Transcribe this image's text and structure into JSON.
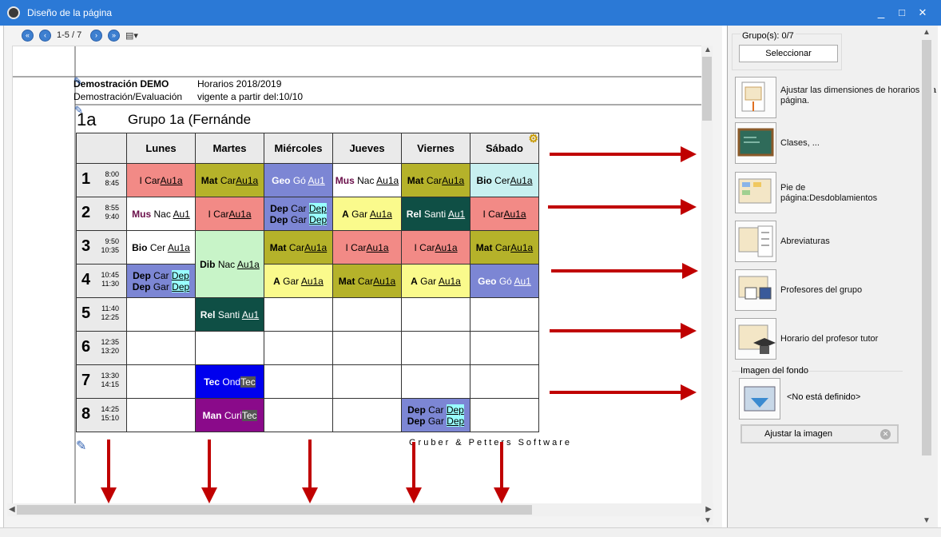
{
  "window": {
    "title": "Diseño de la página",
    "minimize": "_",
    "maximize": "□",
    "close": "✕"
  },
  "nav": {
    "page_range": "1-5 / 7"
  },
  "header": {
    "school": "Demostración  DEMO",
    "subtitle": "Demostración/Evaluación",
    "schedule": "Horarios 2018/2019",
    "valid_from": "vigente a partir del:10/10",
    "class_code": "1a",
    "class_name": "Grupo 1a (Fernánde"
  },
  "timetable": {
    "days": [
      "Lunes",
      "Martes",
      "Miércoles",
      "Jueves",
      "Viernes",
      "Sábado"
    ],
    "periods": [
      {
        "num": "1",
        "start": "8:00",
        "end": "8:45"
      },
      {
        "num": "2",
        "start": "8:55",
        "end": "9:40"
      },
      {
        "num": "3",
        "start": "9:50",
        "end": "10:35"
      },
      {
        "num": "4",
        "start": "10:45",
        "end": "11:30"
      },
      {
        "num": "5",
        "start": "11:40",
        "end": "12:25"
      },
      {
        "num": "6",
        "start": "12:35",
        "end": "13:20"
      },
      {
        "num": "7",
        "start": "13:30",
        "end": "14:15"
      },
      {
        "num": "8",
        "start": "14:25",
        "end": "15:10"
      }
    ],
    "cells": {
      "r1": [
        {
          "s": "I",
          "t": "Car",
          "r": "Au1a"
        },
        {
          "s": "Mat",
          "t": "Car",
          "r": "Au1a"
        },
        {
          "s": "Geo",
          "t": "Gó",
          "r": "Au1"
        },
        {
          "s": "Mus",
          "t": "Nac",
          "r": "Au1a"
        },
        {
          "s": "Mat",
          "t": "Car",
          "r": "Au1a"
        },
        {
          "s": "Bio",
          "t": "Cer",
          "r": "Au1a"
        }
      ],
      "r2": [
        {
          "s": "Mus",
          "t": "Nac",
          "r": "Au1"
        },
        {
          "s": "I",
          "t": "Car",
          "r": "Au1a"
        },
        {
          "s": "Dep",
          "t": "Car",
          "r": "Dep",
          "s2": "Dep",
          "t2": "Gar",
          "r2": "Dep"
        },
        {
          "s": "A",
          "t": "Gar",
          "r": "Au1a"
        },
        {
          "s": "Rel",
          "t": "Santi",
          "r": "Au1"
        },
        {
          "s": "I",
          "t": "Car",
          "r": "Au1a"
        }
      ],
      "r3": [
        {
          "s": "Bio",
          "t": "Cer",
          "r": "Au1a"
        },
        {
          "s": "Dib",
          "t": "Nac",
          "r": "Au1a"
        },
        {
          "s": "Mat",
          "t": "Car",
          "r": "Au1a"
        },
        {
          "s": "I",
          "t": "Car",
          "r": "Au1a"
        },
        {
          "s": "I",
          "t": "Car",
          "r": "Au1a"
        },
        {
          "s": "Mat",
          "t": "Car",
          "r": "Au1a"
        }
      ],
      "r4": [
        {
          "s": "Dep",
          "t": "Car",
          "r": "Dep",
          "s2": "Dep",
          "t2": "Gar",
          "r2": "Dep"
        },
        {
          "s": "A",
          "t": "Gar",
          "r": "Au1a"
        },
        {
          "s": "Mat",
          "t": "Car",
          "r": "Au1a"
        },
        {
          "s": "A",
          "t": "Gar",
          "r": "Au1a"
        },
        {
          "s": "Geo",
          "t": "Gó",
          "r": "Au1"
        }
      ],
      "r5": {
        "s": "Rel",
        "t": "Santi",
        "r": "Au1"
      },
      "r7": {
        "s": "Tec",
        "t": "Ond",
        "r": "Tec"
      },
      "r8a": {
        "s": "Man",
        "t": "Curi",
        "r": "Tec"
      },
      "r8b": {
        "s": "Dep",
        "t": "Car",
        "r": "Dep",
        "s2": "Dep",
        "t2": "Gar",
        "r2": "Dep"
      }
    },
    "footer": "Gruber & Petters Software"
  },
  "panel": {
    "groups_label": "Grupo(s): 0/7",
    "select_button": "Seleccionar",
    "actions": [
      {
        "label": "Ajustar las dimensiones de horarios a la página.",
        "icon": "fit-page-icon"
      },
      {
        "label": "Clases, ...",
        "icon": "blackboard-icon"
      },
      {
        "label": "Pie de página:Desdoblamientos",
        "icon": "footer-split-icon"
      },
      {
        "label": "Abreviaturas",
        "icon": "abbreviations-icon"
      },
      {
        "label": "Profesores del grupo",
        "icon": "teachers-icon"
      },
      {
        "label": "Horario del profesor tutor",
        "icon": "tutor-schedule-icon"
      }
    ],
    "background_label": "Imagen del fondo",
    "background_value": "<No está definido>",
    "adjust_image": "Ajustar la imagen"
  },
  "colors": {
    "titlebar": "#2b79d6",
    "arrow": "#c00000",
    "red_cell": "#f28a86",
    "olive_cell": "#b5b22a",
    "lav_cell": "#7c86d4",
    "cyan_cell": "#c8f0f0",
    "yellow_cell": "#fafa8c",
    "teal_cell": "#0f4f45",
    "green_cell": "#c8f4c8",
    "blue_cell": "#0000ee",
    "purple_cell": "#8a0a8a"
  }
}
